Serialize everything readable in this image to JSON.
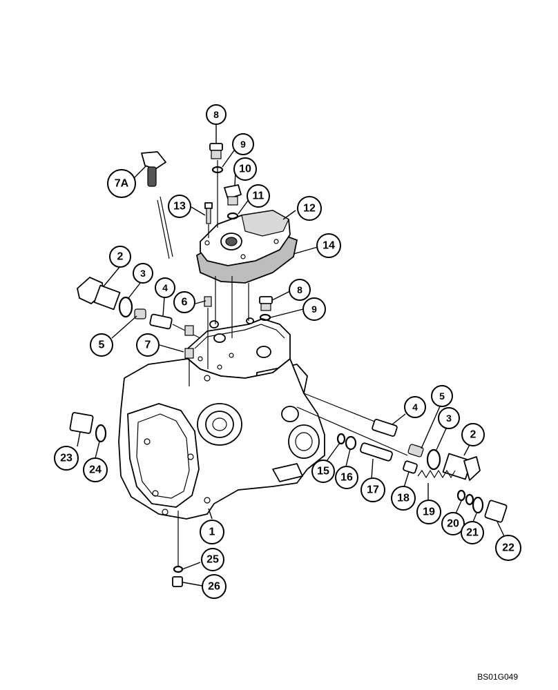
{
  "callouts": [
    {
      "id": "c8a",
      "label": "8"
    },
    {
      "id": "c9a",
      "label": "9"
    },
    {
      "id": "c10",
      "label": "10"
    },
    {
      "id": "c11",
      "label": "11"
    },
    {
      "id": "c12",
      "label": "12"
    },
    {
      "id": "c13",
      "label": "13"
    },
    {
      "id": "c14",
      "label": "14"
    },
    {
      "id": "c7A",
      "label": "7A"
    },
    {
      "id": "c2a",
      "label": "2"
    },
    {
      "id": "c3a",
      "label": "3"
    },
    {
      "id": "c4a",
      "label": "4"
    },
    {
      "id": "c6",
      "label": "6"
    },
    {
      "id": "c8b",
      "label": "8"
    },
    {
      "id": "c9b",
      "label": "9"
    },
    {
      "id": "c5a",
      "label": "5"
    },
    {
      "id": "c7",
      "label": "7"
    },
    {
      "id": "c4b",
      "label": "4"
    },
    {
      "id": "c5b",
      "label": "5"
    },
    {
      "id": "c3b",
      "label": "3"
    },
    {
      "id": "c2b",
      "label": "2"
    },
    {
      "id": "c23",
      "label": "23"
    },
    {
      "id": "c24",
      "label": "24"
    },
    {
      "id": "c15",
      "label": "15"
    },
    {
      "id": "c16",
      "label": "16"
    },
    {
      "id": "c17",
      "label": "17"
    },
    {
      "id": "c18",
      "label": "18"
    },
    {
      "id": "c19",
      "label": "19"
    },
    {
      "id": "c20",
      "label": "20"
    },
    {
      "id": "c21",
      "label": "21"
    },
    {
      "id": "c22",
      "label": "22"
    },
    {
      "id": "c1",
      "label": "1"
    },
    {
      "id": "c25",
      "label": "25"
    },
    {
      "id": "c26",
      "label": "26"
    }
  ],
  "reference_code": "BS01G049"
}
